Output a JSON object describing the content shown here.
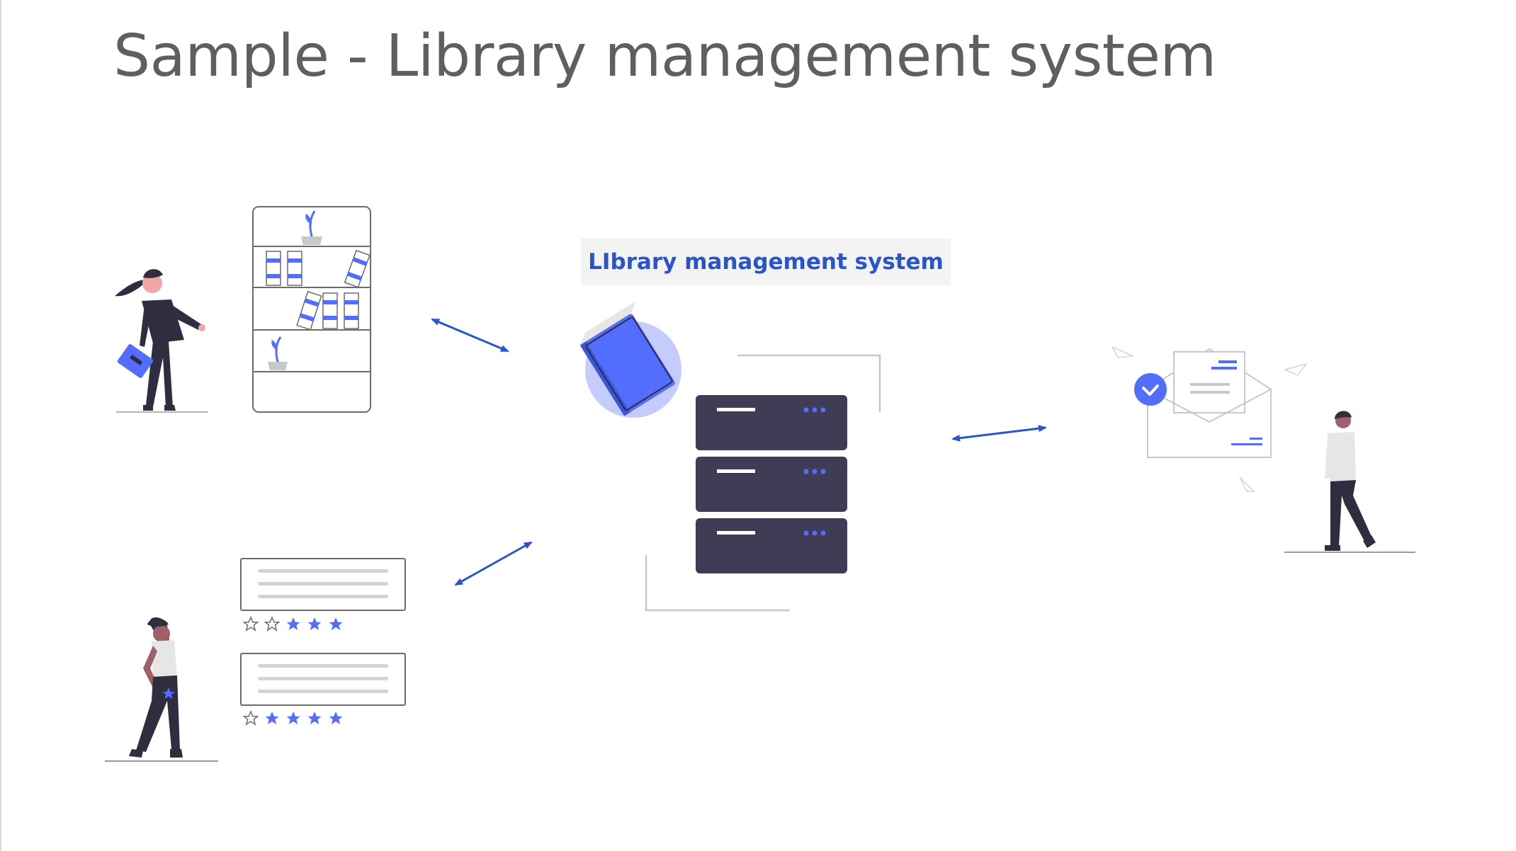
{
  "slide": {
    "title": "Sample - Library management system"
  },
  "diagram": {
    "center_label": "LIbrary management system",
    "nodes": [
      {
        "id": "librarian",
        "icon": "librarian-bookshelf-icon"
      },
      {
        "id": "system",
        "icon": "server-book-icon"
      },
      {
        "id": "reviewer",
        "icon": "reviews-rating-icon"
      },
      {
        "id": "notification",
        "icon": "email-user-icon"
      }
    ],
    "ratings": [
      {
        "filled_stars": 3,
        "total_stars": 5
      },
      {
        "filled_stars": 4,
        "total_stars": 5
      }
    ],
    "edges": [
      {
        "from": "librarian",
        "to": "system",
        "style": "bidirectional"
      },
      {
        "from": "reviewer",
        "to": "system",
        "style": "bidirectional"
      },
      {
        "from": "system",
        "to": "notification",
        "style": "bidirectional"
      }
    ],
    "colors": {
      "accent": "#536dfe",
      "arrow": "#2a55c9",
      "dark": "#3f3d56",
      "title": "#5f5f5f"
    }
  }
}
